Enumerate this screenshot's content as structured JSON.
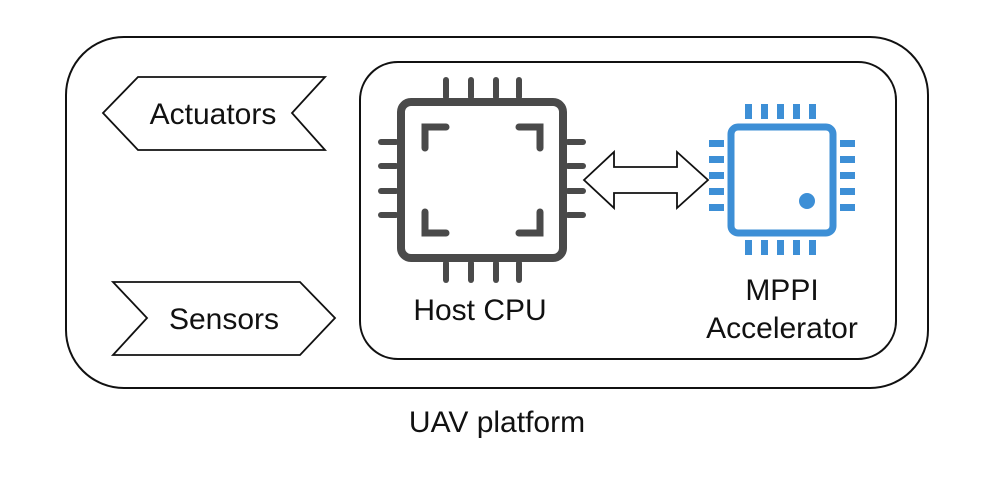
{
  "colors": {
    "stroke": "#111111",
    "chip": "#4a4a4a",
    "accelerator": "#3d8fd6",
    "background": "#ffffff"
  },
  "platform": {
    "label": "UAV platform"
  },
  "io": {
    "actuators_label": "Actuators",
    "sensors_label": "Sensors"
  },
  "compute": {
    "host_cpu_label": "Host CPU",
    "accelerator_label_line1": "MPPI",
    "accelerator_label_line2": "Accelerator",
    "host_icon": "cpu-chip-icon",
    "accelerator_icon": "microchip-icon",
    "link": "bidirectional-arrow-icon"
  }
}
